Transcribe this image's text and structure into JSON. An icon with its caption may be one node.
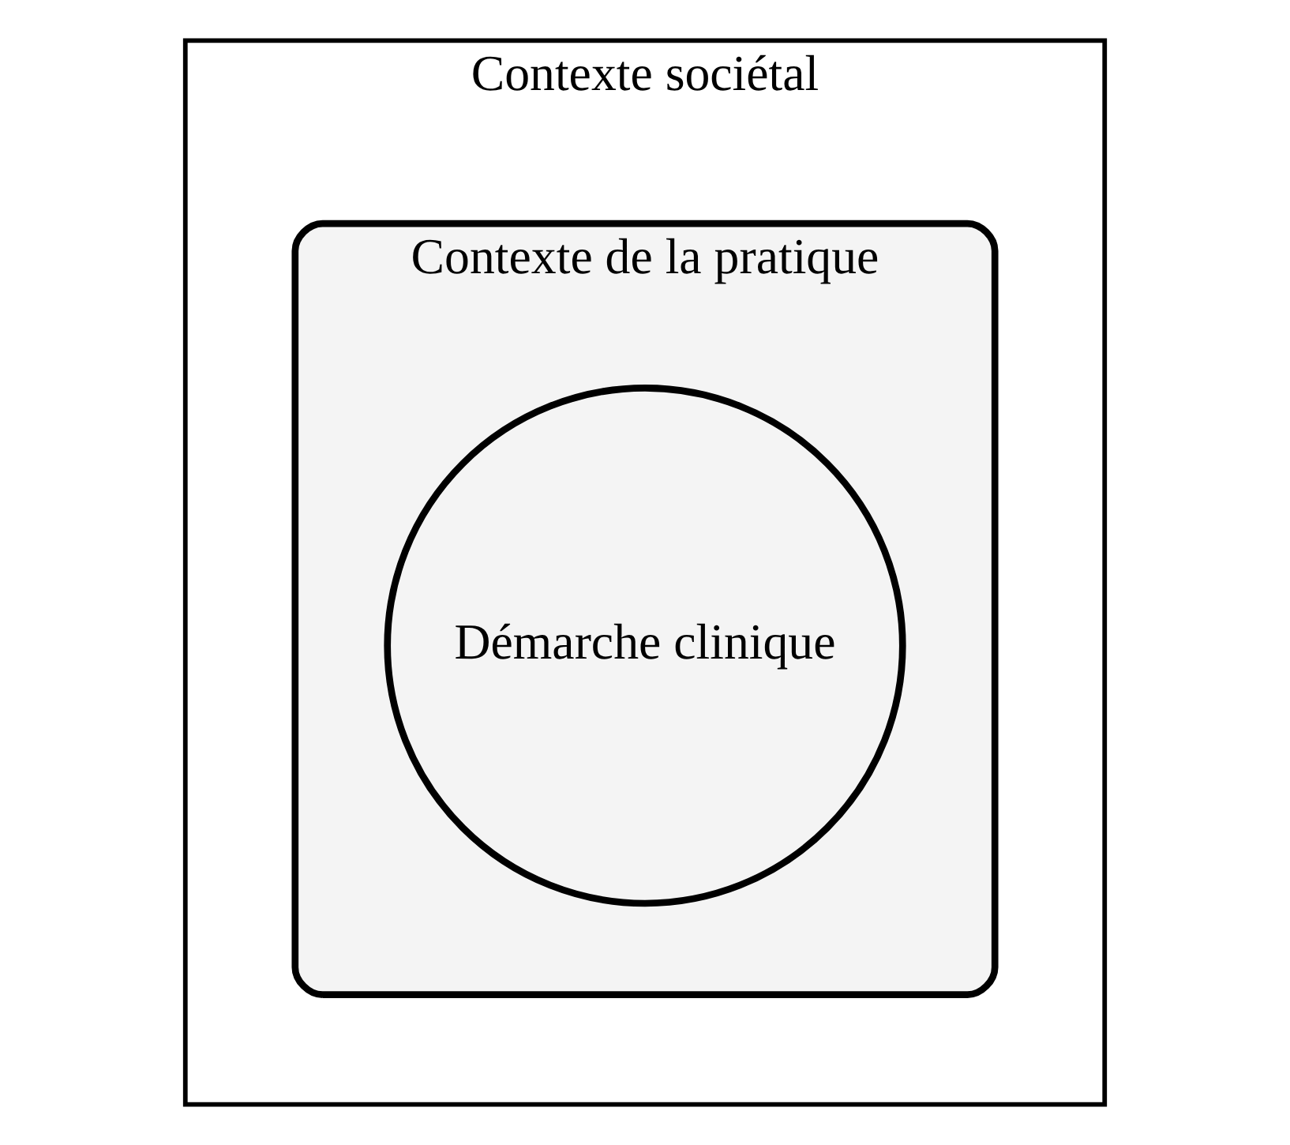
{
  "diagram": {
    "nodes": [
      {
        "text": [
          "Contexte sociétal"
        ]
      },
      {
        "text": [
          "Contexte de la pratique"
        ],
        "in": 0
      },
      {
        "text": [
          "Démarche clinique"
        ],
        "in": 1
      }
    ]
  }
}
